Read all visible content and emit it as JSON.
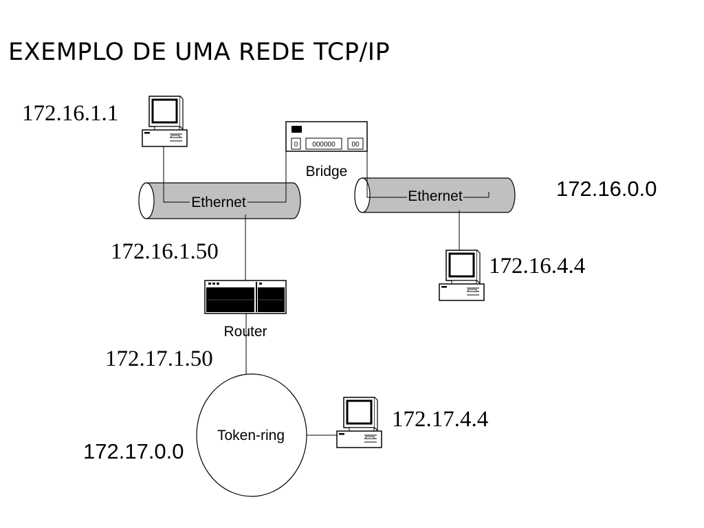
{
  "title": "EXEMPLO DE UMA REDE TCP/IP",
  "hosts": {
    "host1": "172.16.1.1",
    "host2": "172.16.4.4",
    "host3": "172.17.4.4"
  },
  "networks": {
    "net1": "172.16.0.0",
    "net2": "172.17.0.0"
  },
  "router_interfaces": {
    "eth": "172.16.1.50",
    "tr": "172.17.1.50"
  },
  "segments": {
    "ethernet_left": "Ethernet",
    "ethernet_right": "Ethernet",
    "token_ring": "Token-ring"
  },
  "devices": {
    "bridge": "Bridge",
    "router": "Router",
    "bridge_port_a": "0",
    "bridge_ports_mid": "000000",
    "bridge_port_b": "00"
  },
  "colors": {
    "segment_fill": "#c0c0c0",
    "line": "#000000"
  }
}
